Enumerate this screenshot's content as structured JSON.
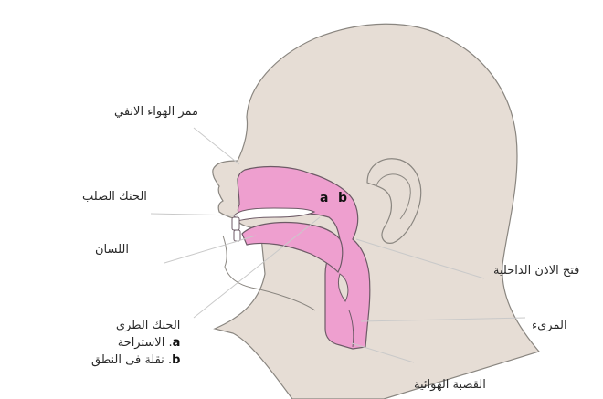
{
  "labels": {
    "nasal_passage": "ممر الهواء الانفي",
    "hard_palate": "الحنك الصلب",
    "tongue": "اللسان",
    "soft_palate": "الحنك الطري",
    "soft_palate_a_text": "الاستراحة",
    "soft_palate_b_text": "نقلة فى النطق",
    "inner_ear_opening": "فتح الاذن الداخلية",
    "esophagus": "المريء",
    "trachea": "القصبة الهوائية"
  },
  "markers": {
    "a": "a",
    "b": "b",
    "a_dot": ".",
    "b_dot": "."
  },
  "colors": {
    "skin": "#e6ddd5",
    "skin_outline": "#8a8680",
    "tract": "#ee9fcf",
    "tract_outline": "#6d5a66",
    "bone": "#ffffff",
    "leader": "#c9c9c9"
  }
}
